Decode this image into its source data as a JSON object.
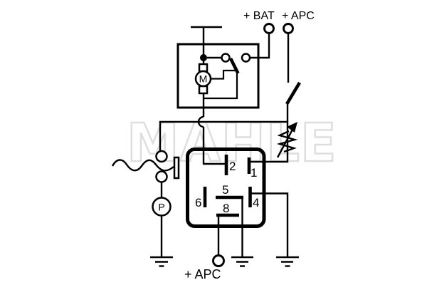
{
  "diagram": {
    "watermark": "MAHLE",
    "terminals": {
      "bat_top": "+ BAT",
      "apc_top": "+ APC",
      "apc_bottom": "+ APC"
    },
    "components": {
      "motor": "M",
      "pump": "P"
    },
    "relay_pins": [
      "2",
      "1",
      "5",
      "6",
      "4",
      "8"
    ],
    "colors": {
      "line": "#000000",
      "background": "#ffffff",
      "watermark": "#dedede"
    }
  }
}
